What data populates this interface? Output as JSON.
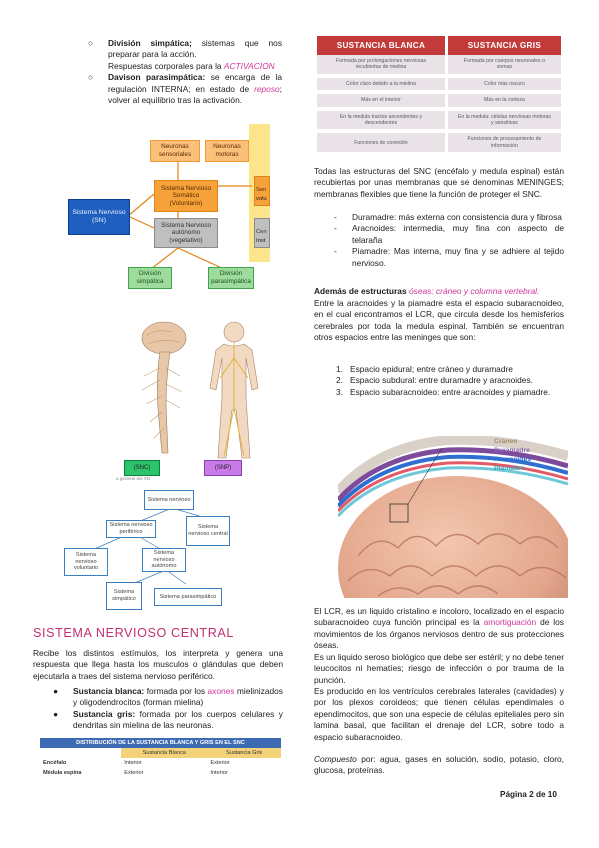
{
  "left_top": {
    "items": [
      {
        "label": "División simpática;",
        "text": " sistemas que nos preparar para la acción."
      },
      {
        "prefix": "Respuestas corporales para la ",
        "pink": "ACTIVACION"
      },
      {
        "label": "Davison parasimpática:",
        "text": " se encarga de la regulación INTERNA; en estado de ",
        "pink": "reposo",
        "after": "; volver al equilibrio tras la activación."
      }
    ]
  },
  "concept_map": {
    "neuronas_sensoriales": "Neuronas sensoriales",
    "neuronas_motoras": "Neuronas motoras",
    "snc": "Sistema Nervioso (SN)",
    "somatico": "Sistema Nervioso Somático (Voluntario)",
    "autonomo": "Sistema Nervioso autónomo (vegetativo)",
    "simpatica": "División simpática",
    "parasimpatica": "División parasimpática",
    "side_a": "Sen",
    "side_b": "volu",
    "side_c": "Cen",
    "side_d": "Inst"
  },
  "anatomy": {
    "snc_label": "(SNC)",
    "snp_label": "(SNP)",
    "caption": "a general del SN"
  },
  "tree": {
    "root": "Sistema nervioso",
    "central": "Sistema nervioso periférico",
    "autonomic": "Sistema nervioso central",
    "somatic": "Sistema nervioso voluntario",
    "auto2": "Sistema nervioso autónomo",
    "sympathetic": "Sistema simpático",
    "parasympathetic": "Sistema parasimpático"
  },
  "section_title": "SISTEMA NERVIOSO CENTRAL",
  "intro": "Recibe los distintos estímulos, los interpreta y genera una respuesta que llega hasta los musculos o glándulas que deben ejecutarla a traes del sistema nervioso periférico.",
  "bullets": [
    {
      "label": "Sustancia blanca:",
      "text": " formada por los ",
      "pink": "axones",
      "after": " mielinizados y oligodendrocitos (forman mielina)"
    },
    {
      "label": "Sustancia gris:",
      "text": " formada por los cuerpos celulares y dendritas sin mielina de las neuronas.",
      "pink": "",
      "after": ""
    }
  ],
  "dist_table": {
    "title": "DISTRIBUCIÓN DE LA SUSTANCIA BLANCA Y GRIS EN EL SNC",
    "col1": "Sustancia Blanca",
    "col2": "Sustancia Gris",
    "rows": [
      {
        "name": "Encéfalo",
        "a": "Interior",
        "b": "Exterior"
      },
      {
        "name": "Médula espina",
        "a": "Exterior",
        "b": "Interior"
      }
    ]
  },
  "sb_table": {
    "head1": "SUSTANCIA BLANCA",
    "head2": "SUSTANCIA GRIS",
    "rows": [
      [
        "Formada por prolongaciones nerviosas recubiertas de mielina",
        "Formada por cuerpos neuronales o somas"
      ],
      [
        "Color claro debido a la mielina",
        "Color más oscuro"
      ],
      [
        "Más en el interior",
        "Más en la corteza"
      ],
      [
        "En la medula tractos ascendentes y descendentes",
        "En la medula: células nerviosas motoras y sensitivas"
      ],
      [
        "Funciones de conexión",
        "Funciones de procesamiento de información"
      ]
    ]
  },
  "meninges_intro": "Todas las estructuras del SNC (encéfalo y medula espinal) están recubiertas por unas membranas que se denominas MENINGES; membranas flexibles que tiene la función de proteger el SNC.",
  "meninges": [
    {
      "label": "Duramadre:",
      "text": " más externa con consistencia dura y fibrosa"
    },
    {
      "label": "Aracnoides:",
      "text": " intermedia, muy fina con aspecto de telaraña"
    },
    {
      "label": "Piamadre:",
      "text": " Mas interna, muy fina y se adhiere al tejido nervioso."
    }
  ],
  "ademas_prefix": "Además de estructuras ",
  "ademas_pink": "óseas: cráneo y columna vertebral.",
  "espacio_text": "Entre la aracnoides y la piamadre esta el espacio subaracnoideo, en el cual encontramos el LCR, que circula desde los hemisferios cerebrales por toda la medula espinal. También se encuentran otros espacios entre las meninges que son:",
  "espacios": [
    "Espacio epidural; entre cráneo y duramadre",
    "Espacio subdural: entre duramadre y aracnoides.",
    "Espacio subaracnoideo: entre aracnoides y piamadre."
  ],
  "brain_labels": {
    "craneo": "Cráneo",
    "duramadre": "Duramadre",
    "aracnoides": "Aracnoides",
    "piamadre": "Piamadre"
  },
  "lcr1_a": "El LCR, es un liquido cristalino e incoloro, localizado en el espacio subaracnoideo cuya función principal es la ",
  "lcr1_pink": "amortiguación",
  "lcr1_b": " de los movimientos de los órganos nerviosos dentro de sus protecciones óseas.",
  "lcr2": "Es un liquido seroso biológico que debe ser estéril; y no debe tener leucocitos ni hematíes; riesgo de infección o por trauma de la punción.",
  "lcr3": "Es producido en los ventrículos cerebrales laterales (cavidades) y por los plexos coroideos; que tienen células ependimales o ependimocitos, que son una especie de células epiteliales pero sin lamina basal, que facilitan el drenaje del LCR, sobre todo a espacio subaracnoideo.",
  "compuesto_label": "Compuesto",
  "compuesto_text": " por: agua, gases en solución, sodio, potasio, cloro, glucosa, proteínas.",
  "page_number": "Página 2 de 10",
  "colors": {
    "accent_pink": "#d0359a",
    "header_red": "#c23a3a"
  }
}
